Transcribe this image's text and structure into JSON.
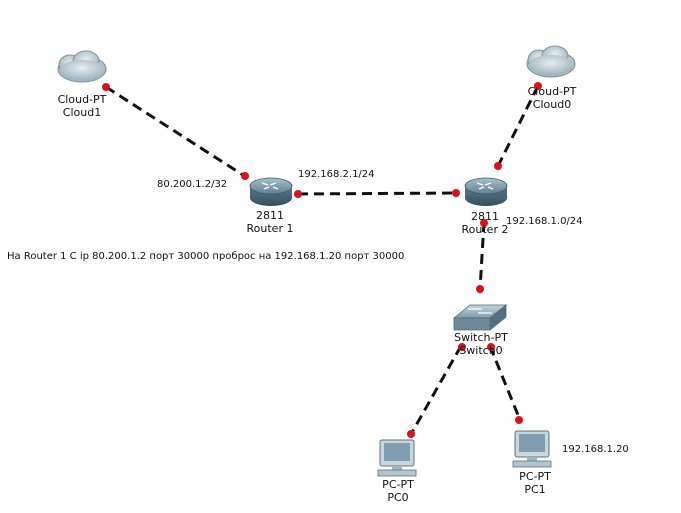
{
  "links": [
    {
      "from": "cloud1",
      "to": "router1"
    },
    {
      "from": "router1",
      "to": "router2"
    },
    {
      "from": "cloud0",
      "to": "router2"
    },
    {
      "from": "router2",
      "to": "switch0"
    },
    {
      "from": "switch0",
      "to": "pc0"
    },
    {
      "from": "switch0",
      "to": "pc1"
    }
  ],
  "devices": {
    "cloud1": {
      "model": "Cloud-PT",
      "name": "Cloud1",
      "icon": "cloud-icon"
    },
    "cloud0": {
      "model": "Cloud-PT",
      "name": "Cloud0",
      "icon": "cloud-icon"
    },
    "router1": {
      "model": "2811",
      "name": "Router 1",
      "icon": "router-icon"
    },
    "router2": {
      "model": "2811",
      "name": "Router 2",
      "icon": "router-icon"
    },
    "switch0": {
      "model": "Switch-PT",
      "name": "Switch0",
      "icon": "switch-icon"
    },
    "pc0": {
      "model": "PC-PT",
      "name": "PC0",
      "icon": "pc-icon"
    },
    "pc1": {
      "model": "PC-PT",
      "name": "PC1",
      "icon": "pc-icon"
    }
  },
  "annotations": {
    "router1_ext_ip": "80.200.1.2/32",
    "link_r1_r2_ip": "192.168.2.1/24",
    "router2_lan_ip": "192.168.1.0/24",
    "pc1_ip": "192.168.1.20",
    "note": "На Router 1 С ip 80.200.1.2 порт 30000 проброс на 192.168.1.20 порт 30000"
  },
  "colors": {
    "link": "#111111",
    "port_dot": "#e0101a",
    "cloud": "#b8c8d0",
    "router": "#6f8fa0",
    "switch": "#8aa6b4",
    "pc": "#9fb6c2"
  }
}
